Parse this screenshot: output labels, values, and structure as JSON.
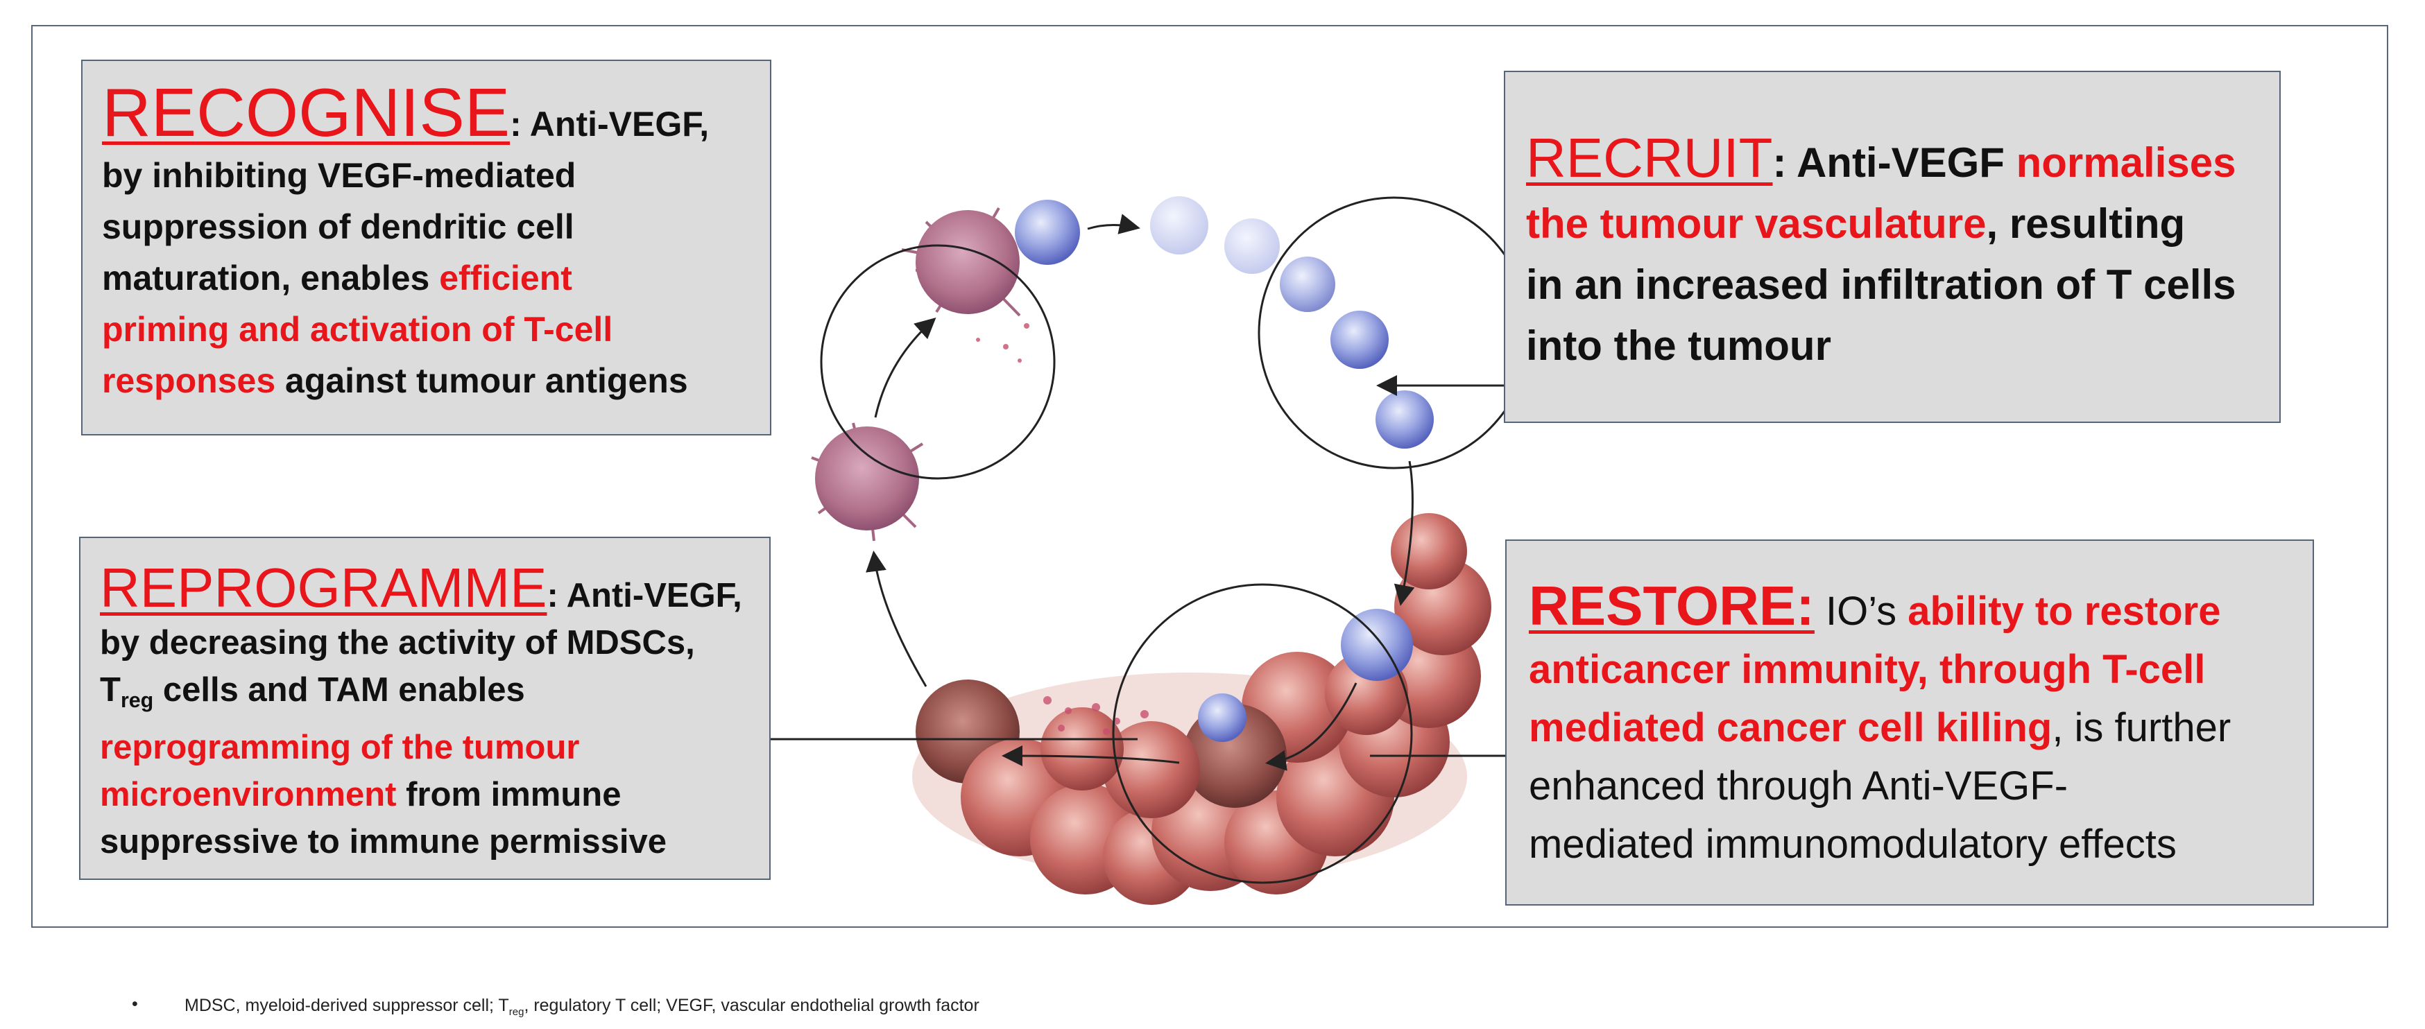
{
  "recognise": {
    "heading": "RECOGNISE",
    "colon": ":",
    "p1": " Anti-VEGF,",
    "p2": "by inhibiting  VEGF-mediated",
    "p3": "suppression  of dendritic  cell",
    "p4": "maturation,  enables ",
    "r1": "efficient",
    "r2": "priming  and  activation  of T-cell",
    "r3": "responses",
    "p5": "  against tumour  antigens"
  },
  "recruit": {
    "heading": "RECRUIT",
    "colon": ":",
    "p1": " Anti-VEGF ",
    "r1": "normalises",
    "r2": "the tumour vasculature",
    "p2": ", resulting",
    "p3": "in an increased infiltration of T cells",
    "p4": "into the tumour"
  },
  "reprogramme": {
    "heading": "REPROGRAMME",
    "colon": ":",
    "p1": " Anti-VEGF,",
    "p2": "by decreasing the activity of MDSCs,",
    "t": "T",
    "tsub": "reg",
    "p3": " cells and TAM enables",
    "r1": "reprogramming of the tumour",
    "r2": "microenvironment",
    "p4": " from immune",
    "p5": "suppressive to immune permissive"
  },
  "restore": {
    "heading": "RESTORE:",
    "p1": " IO’s ",
    "r1": "ability to restore",
    "r2": "anticancer immunity, through T-cell",
    "r3": "mediated cancer cell killing",
    "p2": ", is further",
    "p3": "enhanced through Anti-VEGF-",
    "p4": "mediated immunomodulatory effects"
  },
  "footnote": {
    "bullet": "•",
    "part1": "MDSC, myeloid-derived suppressor cell; T",
    "sub": "reg",
    "part2": ", regulatory T cell; VEGF, vascular endothelial growth factor"
  },
  "colors": {
    "accent_red": "#e8151b",
    "box_fill": "#dcdcdc",
    "border": "#55657a"
  },
  "icons": [
    "dendritic-cell-icon",
    "t-cell-icon",
    "tumour-cell-icon",
    "cycle-arrow-icon"
  ]
}
